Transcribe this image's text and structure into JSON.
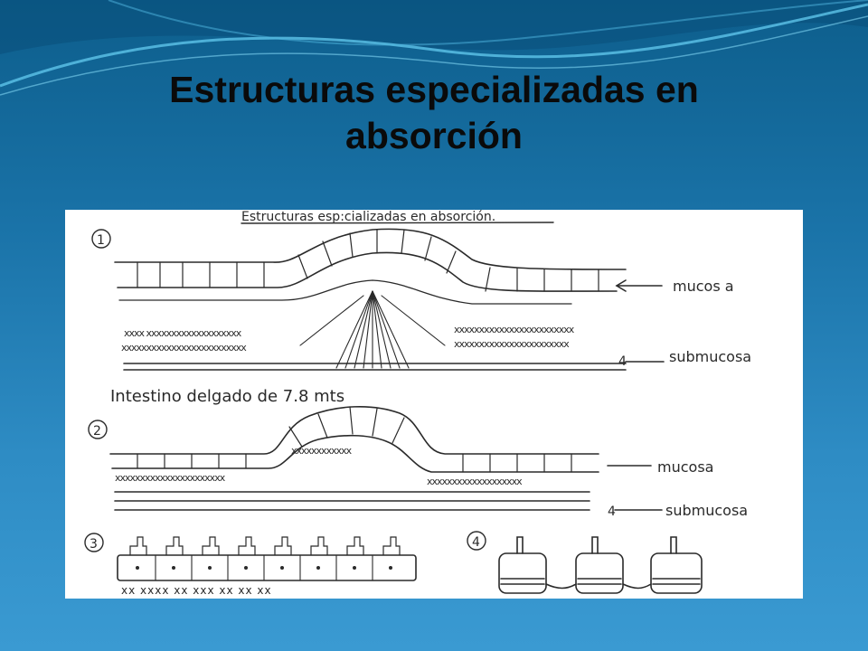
{
  "slide": {
    "title_line1": "Estructuras especializadas en",
    "title_line2": "absorción",
    "colors": {
      "background_top": "#0d5e8c",
      "background_bottom": "#3a9ad2",
      "wave": "#5ec4ea",
      "title": "#0a0a0a",
      "ink": "#2a2a2a"
    }
  },
  "diagram": {
    "header": "Estructuras esp:cializadas en absorción.",
    "fig1": {
      "number": "1",
      "label_mucosa": "mucos a",
      "label_submucosa": "submucosa",
      "caption": "Intestino delgado de 7.8 mts"
    },
    "fig2": {
      "number": "2",
      "label_mucosa": "mucosa",
      "label_submucosa": "submucosa"
    },
    "fig3": {
      "number": "3"
    },
    "fig4": {
      "number": "4"
    }
  }
}
